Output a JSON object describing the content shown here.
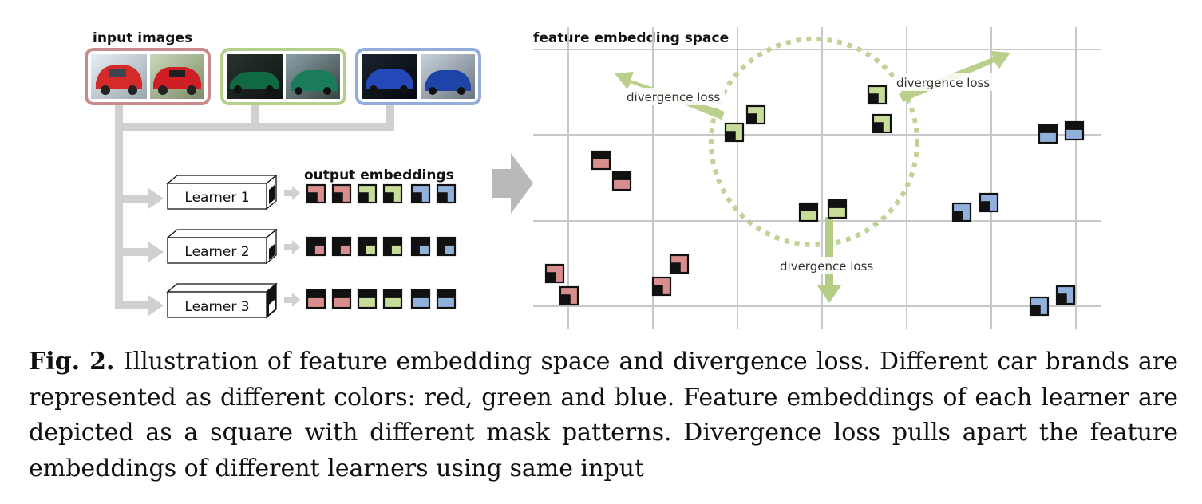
{
  "figure": {
    "input_images_label": "input images",
    "output_embeddings_label": "output embeddings",
    "feature_space_label": "feature embedding space",
    "learners": [
      "Learner 1",
      "Learner 2",
      "Learner 3"
    ],
    "divergence_labels": [
      "divergence loss",
      "divergence loss",
      "divergence loss"
    ],
    "colors": {
      "red": "#d98e8e",
      "green": "#c8dc9a",
      "blue": "#92b1da",
      "red_frame": "#c98a8c",
      "green_frame": "#b5d08a",
      "blue_frame": "#92addb",
      "grid": "#c8c8c8",
      "connector": "#d0d0d0",
      "arrow_green": "#b5cc85"
    }
  },
  "caption": {
    "label": "Fig. 2.",
    "text": " Illustration of feature embedding space and divergence loss. Different car brands are represented as different colors: red, green and blue. Feature embeddings of each learner are depicted as a square with different mask patterns. Divergence loss pulls apart the feature embeddings of different learners using same input"
  }
}
